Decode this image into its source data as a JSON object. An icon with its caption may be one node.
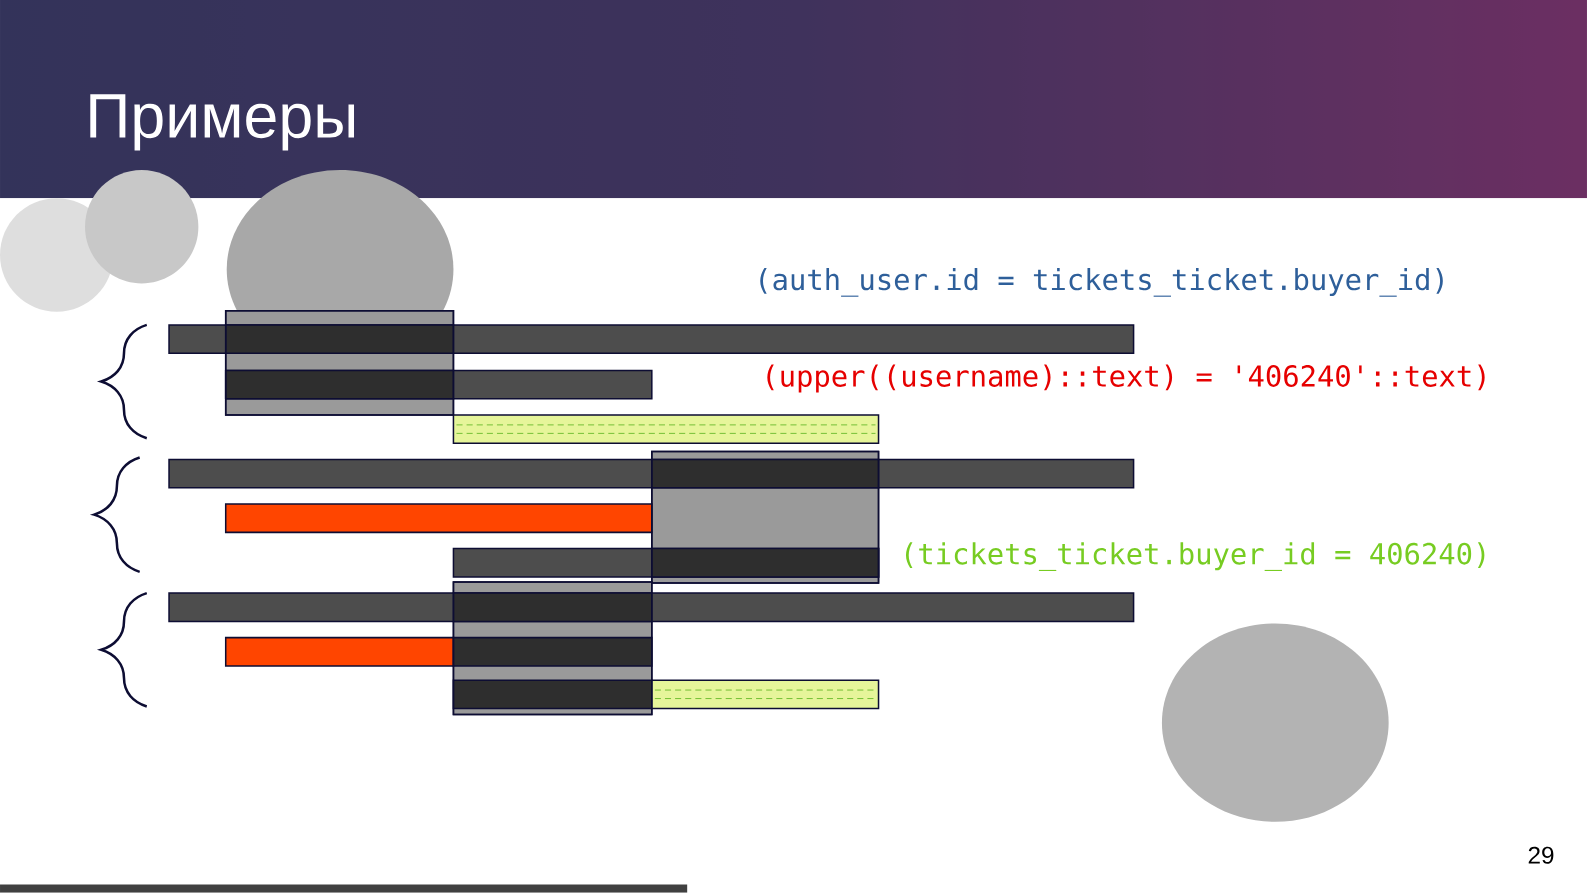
{
  "diagram": {
    "title": "Примеры",
    "labels": [
      "(auth_user.id = tickets_ticket.buyer_id)",
      "(upper((username)::text) = '406240'::text)",
      "(tickets_ticket.buyer_id = 406240)",
      "29"
    ]
  }
}
